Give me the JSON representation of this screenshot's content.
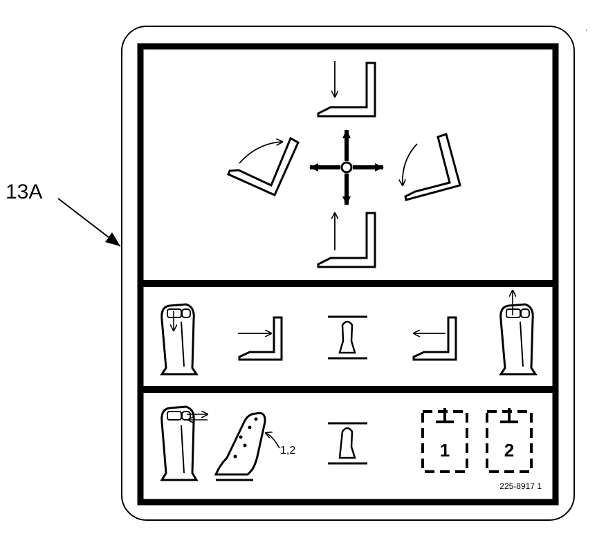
{
  "callout": {
    "label": "13A"
  },
  "decal": {
    "joystick_callout": "1,2",
    "mode_boxes": [
      "1",
      "2"
    ],
    "part_number": "225-8917 1"
  },
  "colors": {
    "ink": "#000000",
    "background": "#ffffff"
  },
  "icons": {
    "top_panel": [
      "bucket-lower-icon",
      "bucket-dump-icon",
      "four-way-arrows-icon",
      "bucket-curl-icon",
      "bucket-raise-icon"
    ],
    "middle_panel": [
      "lever-button-down-icon",
      "bucket-push-icon",
      "hold-stop-icon",
      "bucket-pull-icon",
      "lever-button-up-icon"
    ],
    "bottom_panel": [
      "lever-button-slide-icon",
      "joystick-icon",
      "hold-stop-icon",
      "mode-1-icon",
      "mode-2-icon"
    ]
  }
}
